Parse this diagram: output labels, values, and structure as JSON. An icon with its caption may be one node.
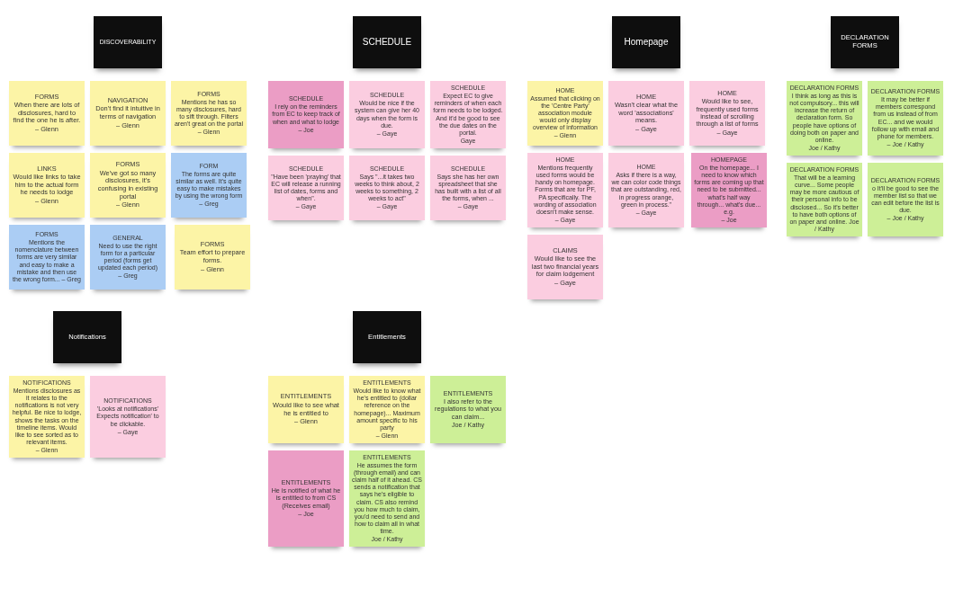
{
  "diagram": {
    "nodes": [
      {
        "text": [
          "DISCOVERABILITY"
        ]
      },
      {
        "text": [
          "FORMS",
          "When there are lots of disclosures, hard to find the one he is after.",
          "– Glenn"
        ]
      },
      {
        "text": [
          "NAVIGATION",
          "Don't find it intuitive in terms of navigation",
          "– Glenn"
        ]
      },
      {
        "text": [
          "FORMS",
          "Mentions he has so many disclosures, hard to sift through. Filters aren't great on the portal",
          "– Glenn"
        ]
      },
      {
        "text": [
          "LINKS",
          "Would like links to take him to the actual form he needs to lodge",
          "– Glenn"
        ]
      },
      {
        "text": [
          "FORMS",
          "We've got so many disclosures, it's confusing in existing portal",
          "– Glenn"
        ]
      },
      {
        "text": [
          "FORM",
          "The forms are quite similar as well. It's quite easy to make mistakes by using the wrong form",
          "– Greg"
        ]
      },
      {
        "text": [
          "FORMS",
          "Mentions the nomenclature between forms are very similar and easy to make a mistake and then use the wrong form... – Greg"
        ]
      },
      {
        "text": [
          "GENERAL",
          "Need to use the right form for a particular period (forms get updated each period)",
          "– Greg"
        ]
      },
      {
        "text": [
          "FORMS",
          "Team effort to prepare forms.",
          "– Glenn"
        ]
      },
      {
        "text": [
          "SCHEDULE"
        ]
      },
      {
        "text": [
          "SCHEDULE",
          "I rely on the reminders from EC to keep track of when and what to lodge",
          "– Joe"
        ]
      },
      {
        "text": [
          "SCHEDULE",
          "Would be nice if the system can give her 40 days when the form is due.",
          "– Gaye"
        ]
      },
      {
        "text": [
          "SCHEDULE",
          "Expect EC to give reminders of when each form needs to be lodged. And it'd be good to see the due dates on the portal.",
          "Gaye"
        ]
      },
      {
        "text": [
          "SCHEDULE",
          "\"Have been 'praying' that EC will release a running list of dates, forms and when\".",
          "– Gaye"
        ]
      },
      {
        "text": [
          "SCHEDULE",
          "Says \"...it takes two weeks to think about, 2 weeks to something, 2 weeks to act\"",
          "– Gaye"
        ]
      },
      {
        "text": [
          "SCHEDULE",
          "Says she has her own spreadsheet that she has built with a list of all the forms, when ...",
          "– Gaye"
        ]
      },
      {
        "text": [
          "Homepage"
        ]
      },
      {
        "text": [
          "HOME",
          "Assumed that clicking on the 'Centre Party' association module would only display overview of information",
          "– Glenn"
        ]
      },
      {
        "text": [
          "HOME",
          "Wasn't clear what the word 'associations' means.",
          "– Gaye"
        ]
      },
      {
        "text": [
          "HOME",
          "Would like to see, frequently used forms instead of scrolling through a list of forms",
          "– Gaye"
        ]
      },
      {
        "text": [
          "HOME",
          "Mentions frequently used forms would be handy on homepage. Forms that are for PF, PA specifically. The wording of association doesn't make sense.",
          "– Gaye"
        ]
      },
      {
        "text": [
          "HOME",
          "Asks if there is a way, we can color code things that are outstanding, red, in progress orange, green in process.\"",
          "– Gaye"
        ]
      },
      {
        "text": [
          "HOMEPAGE",
          "On the homepage... I need to know which forms are coming up that need to be submitted... what's half way through... what's due... e.g.",
          "– Joe"
        ]
      },
      {
        "text": [
          "CLAIMS",
          "Would like to see the last two financial years for claim lodgement",
          "– Gaye"
        ]
      },
      {
        "text": [
          "DECLARATION FORMS"
        ]
      },
      {
        "text": [
          "DECLARATION FORMS",
          "I think as long as this is not compulsory... this will increase the return of declaration form. So people have options of doing both on paper and online.",
          "Joe / Kathy"
        ]
      },
      {
        "text": [
          "DECLARATION FORMS",
          "It may be better if members correspond from us instead of from EC... and we would follow up with email and phone for members.",
          "– Joe / Kathy"
        ]
      },
      {
        "text": [
          "DECLARATION FORMS",
          "That will be a learning curve... Some people may be more cautious of their personal info to be disclosed... So it's better to have both options of on paper and online. Joe / Kathy"
        ]
      },
      {
        "text": [
          "DECLARATION FORMS",
          "o It'll be good to see the member list so that we can edit before the list is due.",
          "– Joe / Kathy"
        ]
      },
      {
        "text": [
          "Notifications"
        ]
      },
      {
        "text": [
          "NOTIFICATIONS",
          "Mentions disclosures as it relates to the notifications is not very helpful. Be nice to lodge, shows the tasks on the timeline items. Would like to see sorted as to relevant items.",
          "– Glenn"
        ]
      },
      {
        "text": [
          "NOTIFICATIONS",
          "'Looks at notifications' Expects notification' to be clickable.",
          "– Gaye"
        ]
      },
      {
        "text": [
          "Entitlements"
        ]
      },
      {
        "text": [
          "ENTITLEMENTS",
          "Would like to see what he is entitled to",
          "– Glenn"
        ]
      },
      {
        "text": [
          "ENTITLEMENTS",
          "Would like to know what he's entitled to (dollar reference on the homepage)... Maximum amount specific to his party",
          "– Glenn"
        ]
      },
      {
        "text": [
          "ENTITLEMENTS",
          "I also refer to the regulations to what you can claim...",
          "Joe / Kathy"
        ]
      },
      {
        "text": [
          "ENTITLEMENTS",
          "He is notified of what he is entitled to from CS (Receives email)",
          "– Joe"
        ]
      },
      {
        "text": [
          "ENTITLEMENTS",
          "He assumes the form (through email) and can claim half of it ahead. CS sends a notification that says he's eligible to claim. CS also remind you how much to claim, you'd need to send and how to claim all in what time.",
          "Joe / Kathy"
        ]
      }
    ]
  }
}
